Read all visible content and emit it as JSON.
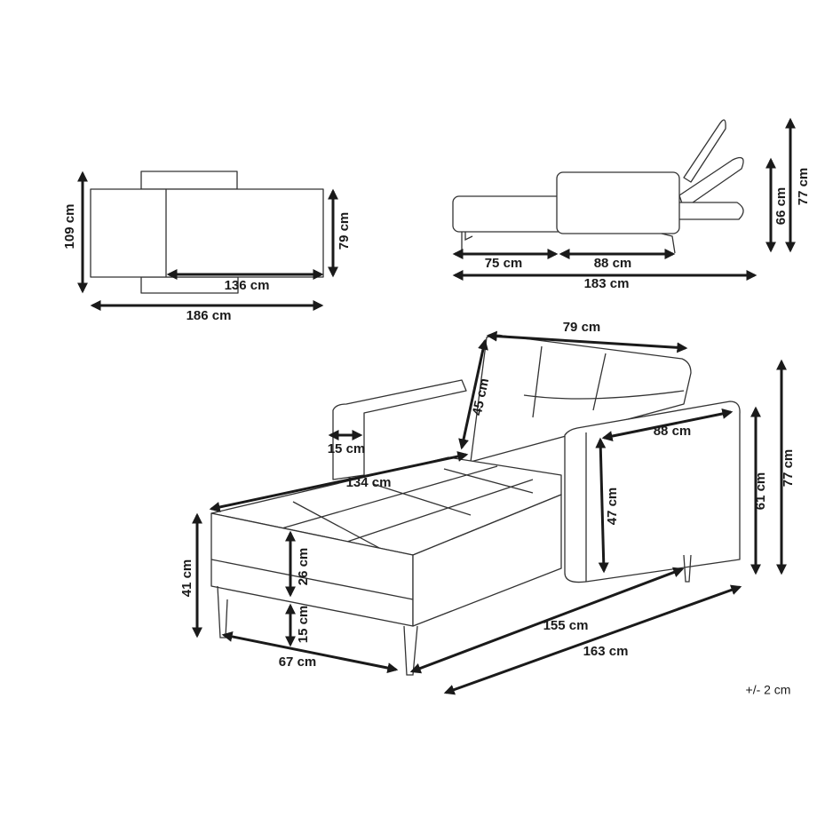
{
  "plan_view": {
    "depth_total": "109 cm",
    "seat_depth": "79 cm",
    "seat_length": "136 cm",
    "total_length": "186 cm"
  },
  "side_view": {
    "seat": "75 cm",
    "back_section": "88 cm",
    "total_length": "183 cm",
    "height_low": "66 cm",
    "height_high": "77 cm"
  },
  "perspective_view": {
    "back_width": "79 cm",
    "back_height": "45 cm",
    "armrest_width": "15 cm",
    "seat_length": "134 cm",
    "arm_depth": "88 cm",
    "arm_height": "47 cm",
    "arm_total_height": "61 cm",
    "total_height": "77 cm",
    "seat_height": "41 cm",
    "cushion_height": "26 cm",
    "leg_height": "15 cm",
    "width": "67 cm",
    "length_inner": "155 cm",
    "length_total": "163 cm"
  },
  "tolerance": "+/- 2 cm",
  "colors": {
    "line": "#333333",
    "arrow": "#1a1a1a",
    "background": "#ffffff"
  }
}
